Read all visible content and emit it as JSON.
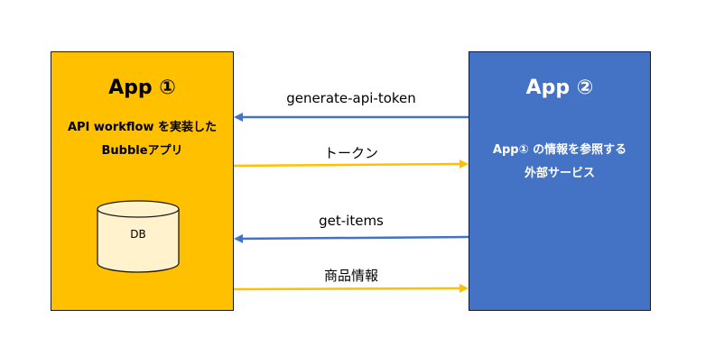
{
  "app1": {
    "title": "App ①",
    "desc_line1": "API workflow を実装した",
    "desc_line2": "Bubbleアプリ",
    "db_label": "DB",
    "color": "#ffc000"
  },
  "app2": {
    "title": "App ②",
    "desc_line1": "App① の情報を参照する",
    "desc_line2": "外部サービス",
    "color": "#4472c4"
  },
  "arrows": {
    "generate_api_token": {
      "label": "generate-api-token",
      "direction": "app2-to-app1",
      "color": "#4472c4"
    },
    "token": {
      "label": "トークン",
      "direction": "app1-to-app2",
      "color": "#ffc000"
    },
    "get_items": {
      "label": "get-items",
      "direction": "app2-to-app1",
      "color": "#4472c4"
    },
    "product_info": {
      "label": "商品情報",
      "direction": "app1-to-app2",
      "color": "#ffc000"
    }
  }
}
